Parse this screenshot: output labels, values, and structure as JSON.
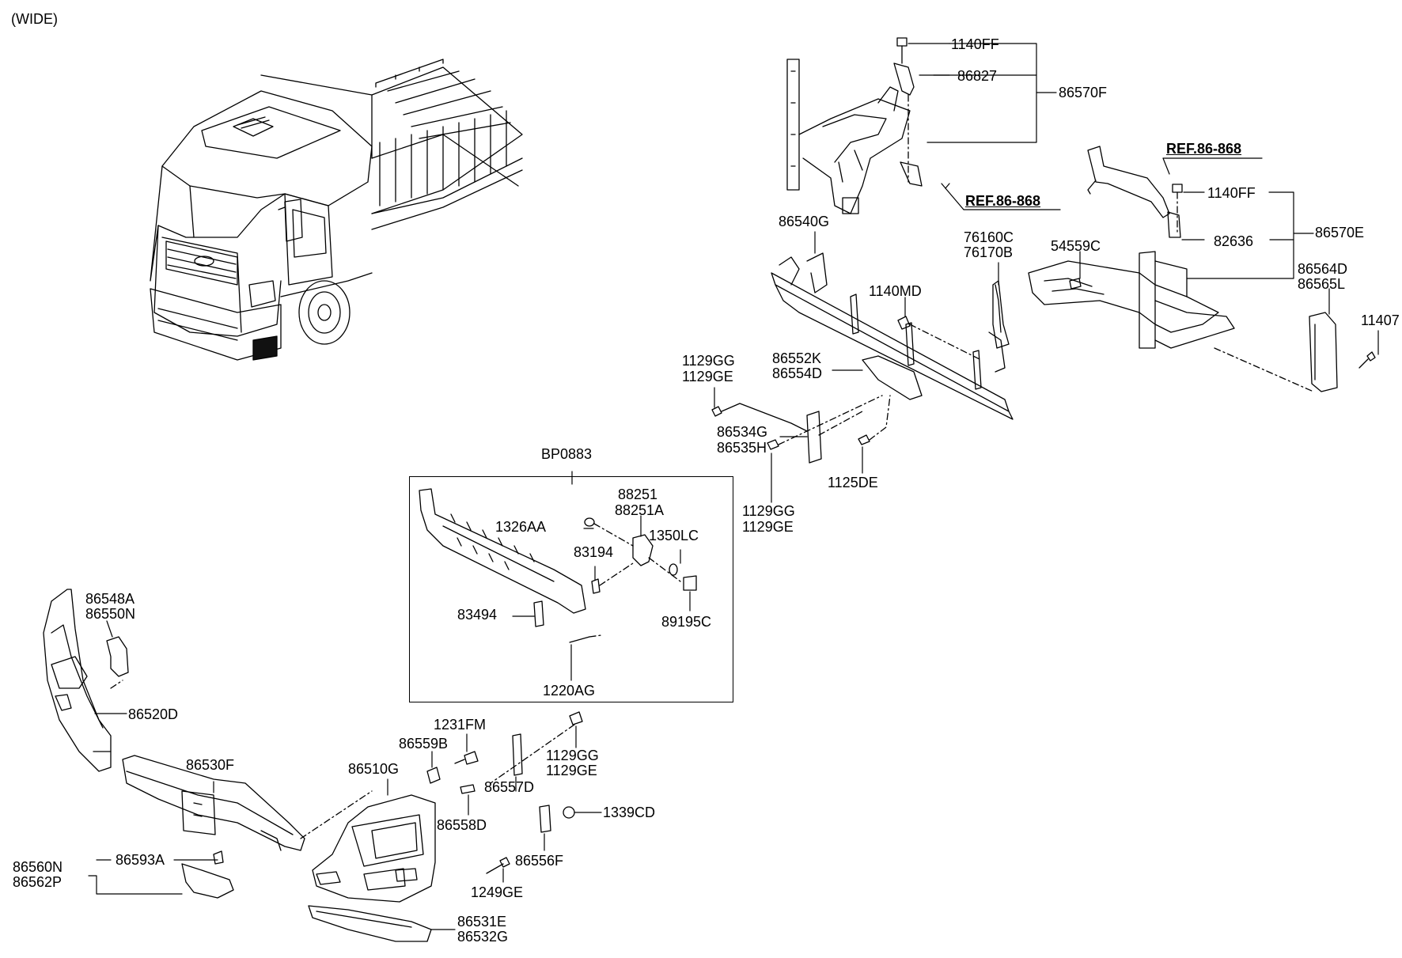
{
  "header": {
    "variant": "(WIDE)"
  },
  "group_box": {
    "code": "BP0883"
  },
  "labels": {
    "l1140FF_a": "1140FF",
    "l86827": "86827",
    "l86570F": "86570F",
    "ref_a": "REF.86-868",
    "ref_b": "REF.86-868",
    "l1140FF_b": "1140FF",
    "l86570E": "86570E",
    "l82636": "82636",
    "l54559C": "54559C",
    "l86564D": "86564D",
    "l86565L": "86565L",
    "l11407": "11407",
    "l86540G": "86540G",
    "l76160C": "76160C",
    "l76170B": "76170B",
    "l1140MD": "1140MD",
    "l86552K": "86552K",
    "l86554D": "86554D",
    "l1129GG_a": "1129GG",
    "l1129GE_a": "1129GE",
    "l86534G": "86534G",
    "l86535H": "86535H",
    "l1125DE": "1125DE",
    "l1129GG_b": "1129GG",
    "l1129GE_b": "1129GE",
    "l88251": "88251",
    "l88251A": "88251A",
    "l1326AA": "1326AA",
    "l1350LC": "1350LC",
    "l83194": "83194",
    "l83494": "83494",
    "l89195C": "89195C",
    "l1220AG": "1220AG",
    "l86548A": "86548A",
    "l86550N": "86550N",
    "l86520D": "86520D",
    "l86530F": "86530F",
    "l1231FM": "1231FM",
    "l86559B": "86559B",
    "l86510G": "86510G",
    "l1129GG_c": "1129GG",
    "l1129GE_c": "1129GE",
    "l86557D": "86557D",
    "l86558D": "86558D",
    "l1339CD": "1339CD",
    "l86556F": "86556F",
    "l1249GE": "1249GE",
    "l86560N": "86560N",
    "l86562P": "86562P",
    "l86593A": "86593A",
    "l86531E": "86531E",
    "l86532G": "86532G"
  },
  "colors": {
    "line": "#000000",
    "background": "#ffffff"
  }
}
